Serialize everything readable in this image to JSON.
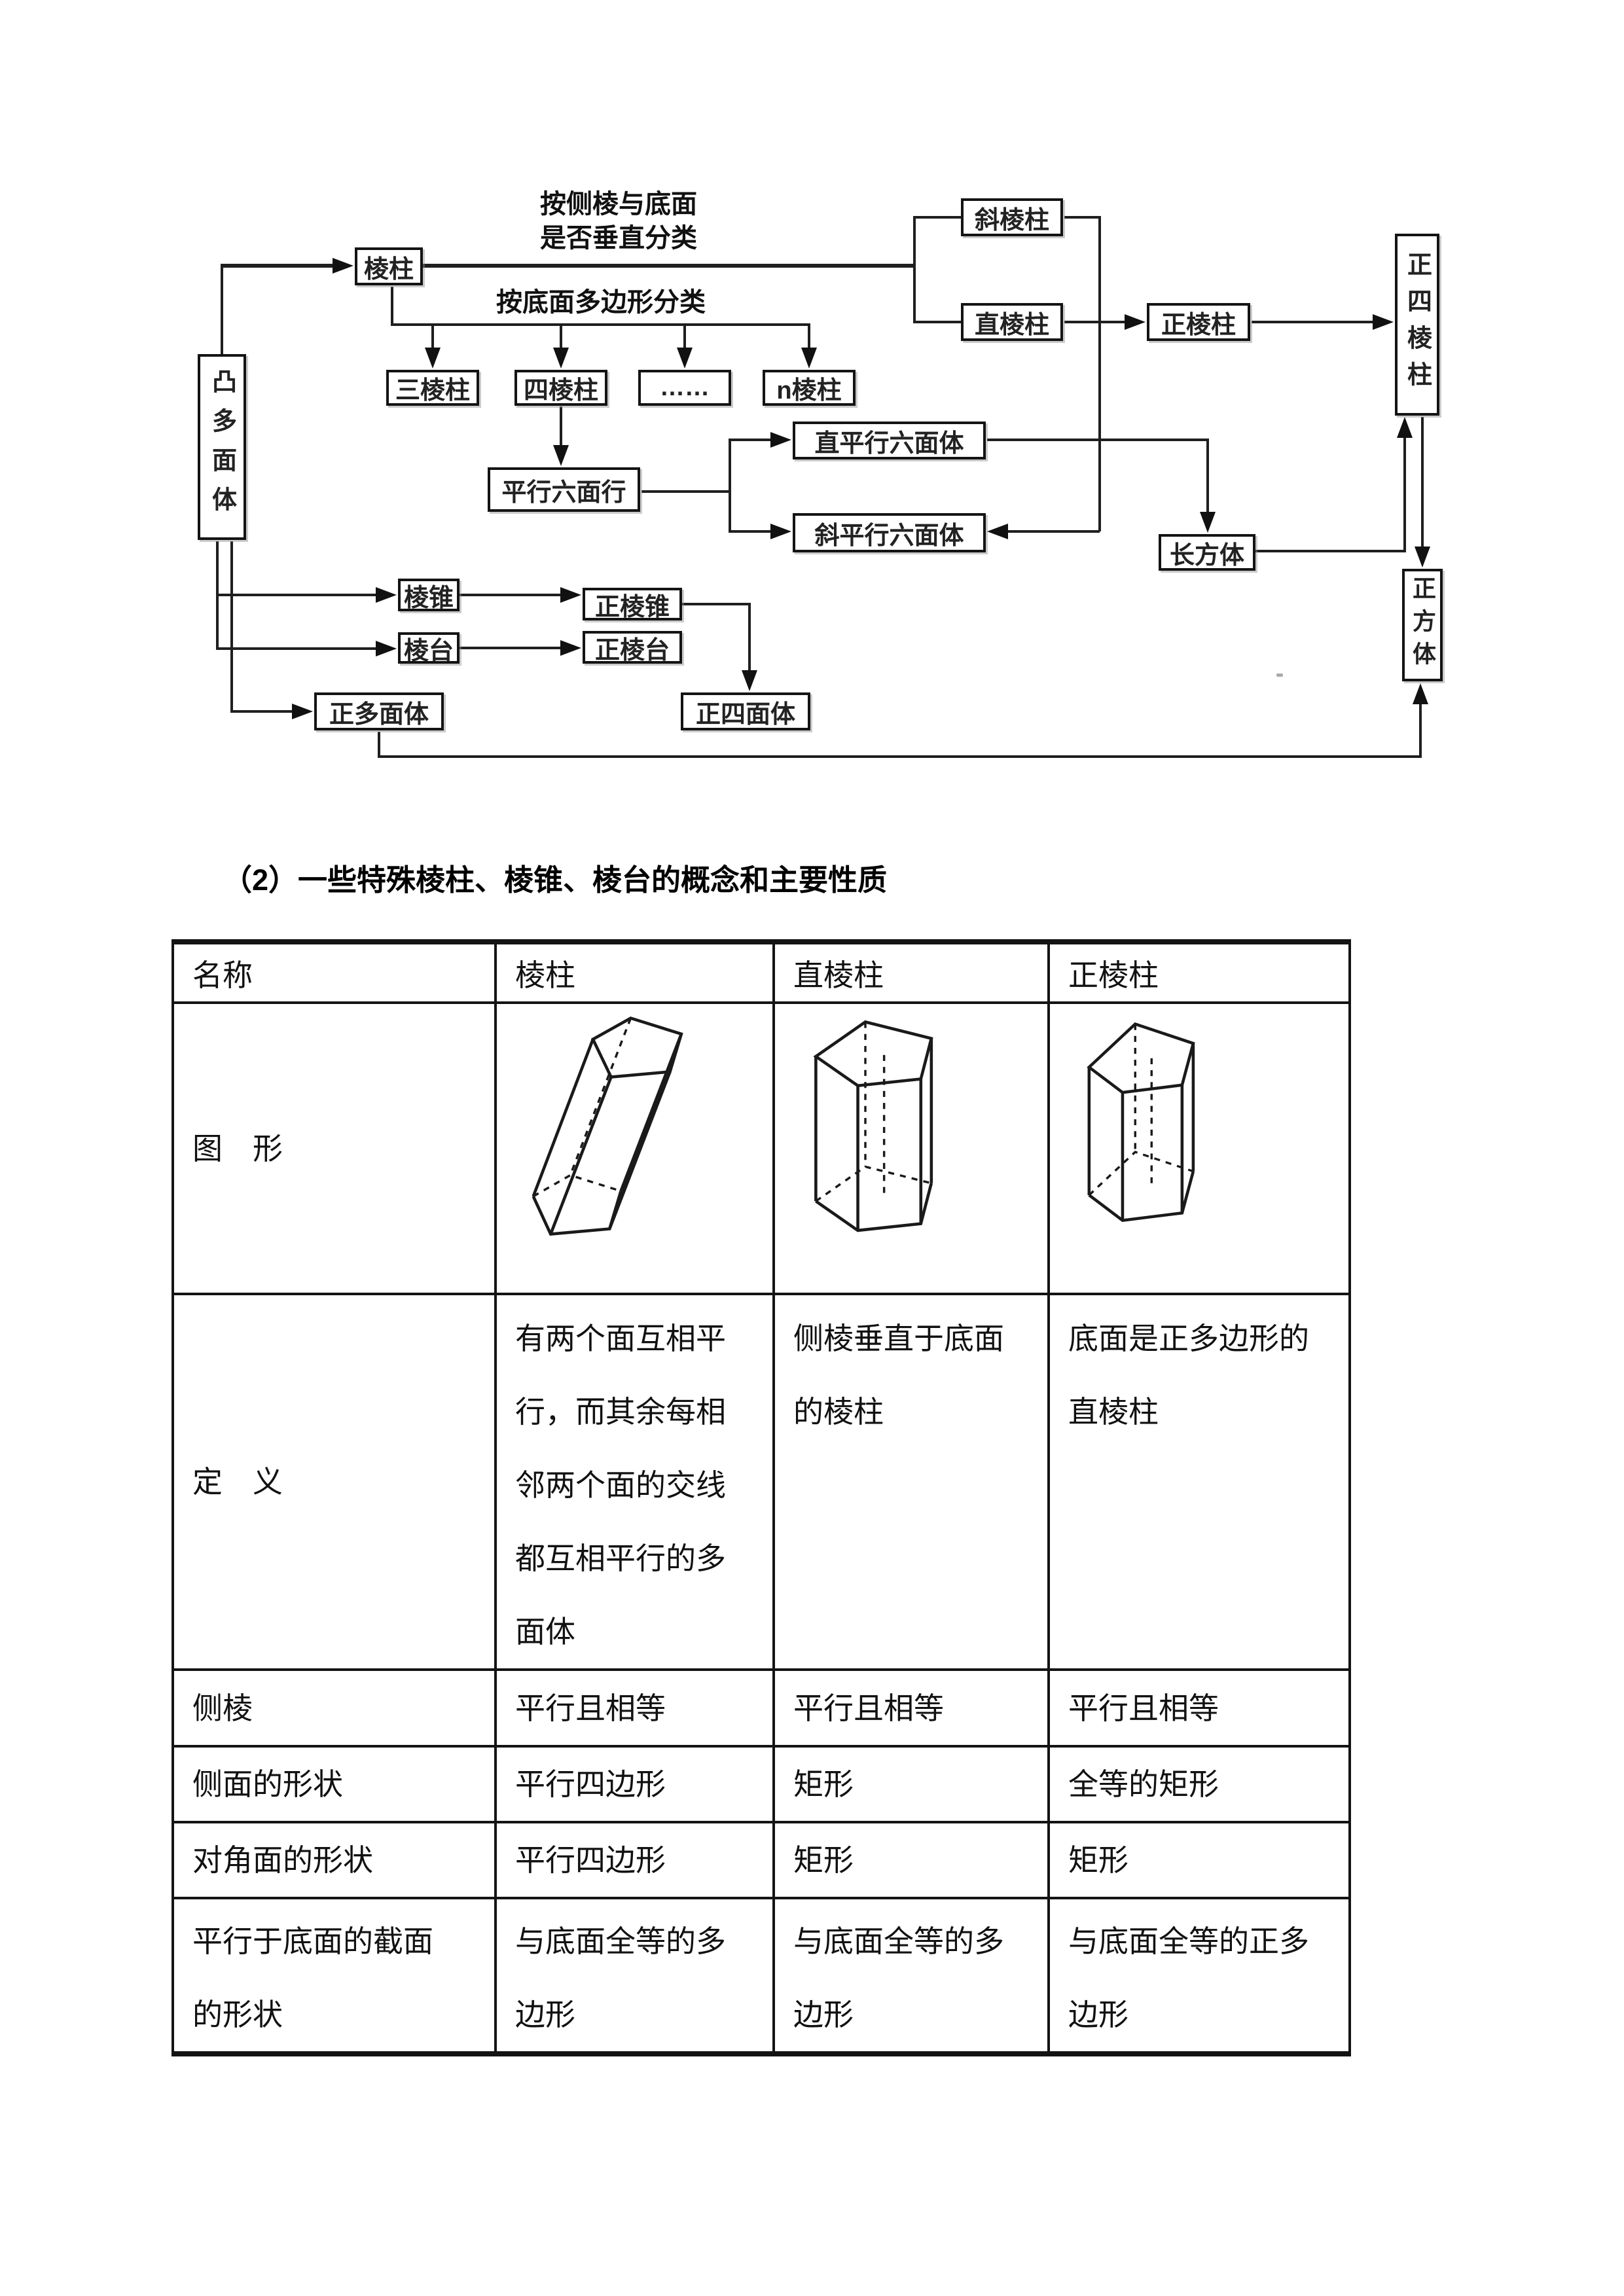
{
  "flowchart": {
    "labels": {
      "classify_by_lateral_line1": "按侧棱与底面",
      "classify_by_lateral_line2": "是否垂直分类",
      "classify_by_base": "按底面多边形分类"
    },
    "boxes": {
      "convex_polyhedron": "凸多面体",
      "prism": "棱柱",
      "oblique_prism": "斜棱柱",
      "right_prism": "直棱柱",
      "regular_prism": "正棱柱",
      "regular_quad_prism": "正四棱柱",
      "triangular_prism": "三棱柱",
      "quadrangular_prism": "四棱柱",
      "ellipsis": "……",
      "n_prism": "n棱柱",
      "parallelepiped": "平行六面行",
      "right_parallelepiped": "直平行六面体",
      "oblique_parallelepiped": "斜平行六面体",
      "cuboid": "长方体",
      "cube": "正方体",
      "pyramid": "棱锥",
      "frustum": "棱台",
      "regular_pyramid": "正棱锥",
      "regular_frustum": "正棱台",
      "regular_polyhedron": "正多面体",
      "regular_tetrahedron": "正四面体"
    }
  },
  "section_heading": "（2）一些特殊棱柱、棱锥、棱台的概念和主要性质",
  "table": {
    "headers": [
      "名称",
      "棱柱",
      "直棱柱",
      "正棱柱"
    ],
    "figure_row_label": "图　形",
    "figures": [
      "oblique-prism-figure",
      "right-prism-figure",
      "regular-prism-figure"
    ],
    "rows": [
      {
        "label": "定　义",
        "cells": [
          "有两个面互相平行，而其余每相邻两个面的交线都互相平行的多面体",
          "侧棱垂直于底面的棱柱",
          "底面是正多边形的直棱柱"
        ]
      },
      {
        "label": "侧棱",
        "cells": [
          "平行且相等",
          "平行且相等",
          "平行且相等"
        ]
      },
      {
        "label": "侧面的形状",
        "cells": [
          "平行四边形",
          "矩形",
          "全等的矩形"
        ]
      },
      {
        "label": "对角面的形状",
        "cells": [
          "平行四边形",
          "矩形",
          "矩形"
        ]
      },
      {
        "label": "平行于底面的截面的形状",
        "cells": [
          "与底面全等的多边形",
          "与底面全等的多边形",
          "与底面全等的正多边形"
        ]
      }
    ]
  }
}
